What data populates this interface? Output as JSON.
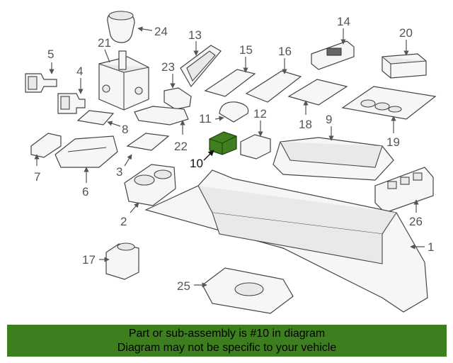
{
  "diagram": {
    "labels": {
      "l1": "1",
      "l2": "2",
      "l3": "3",
      "l4": "4",
      "l5": "5",
      "l6": "6",
      "l7": "7",
      "l8": "8",
      "l9": "9",
      "l10": "10",
      "l11": "11",
      "l12": "12",
      "l13": "13",
      "l14": "14",
      "l15": "15",
      "l16": "16",
      "l17": "17",
      "l18": "18",
      "l19": "19",
      "l20": "20",
      "l21": "21",
      "l22": "22",
      "l23": "23",
      "l24": "24",
      "l25": "25",
      "l26": "26"
    },
    "highlight_color": "#3f7f1f"
  },
  "banner": {
    "line1": "Part or sub-assembly is #10 in diagram",
    "line2": "Diagram may not be specific to your vehicle",
    "color": "#3d7f1e"
  }
}
